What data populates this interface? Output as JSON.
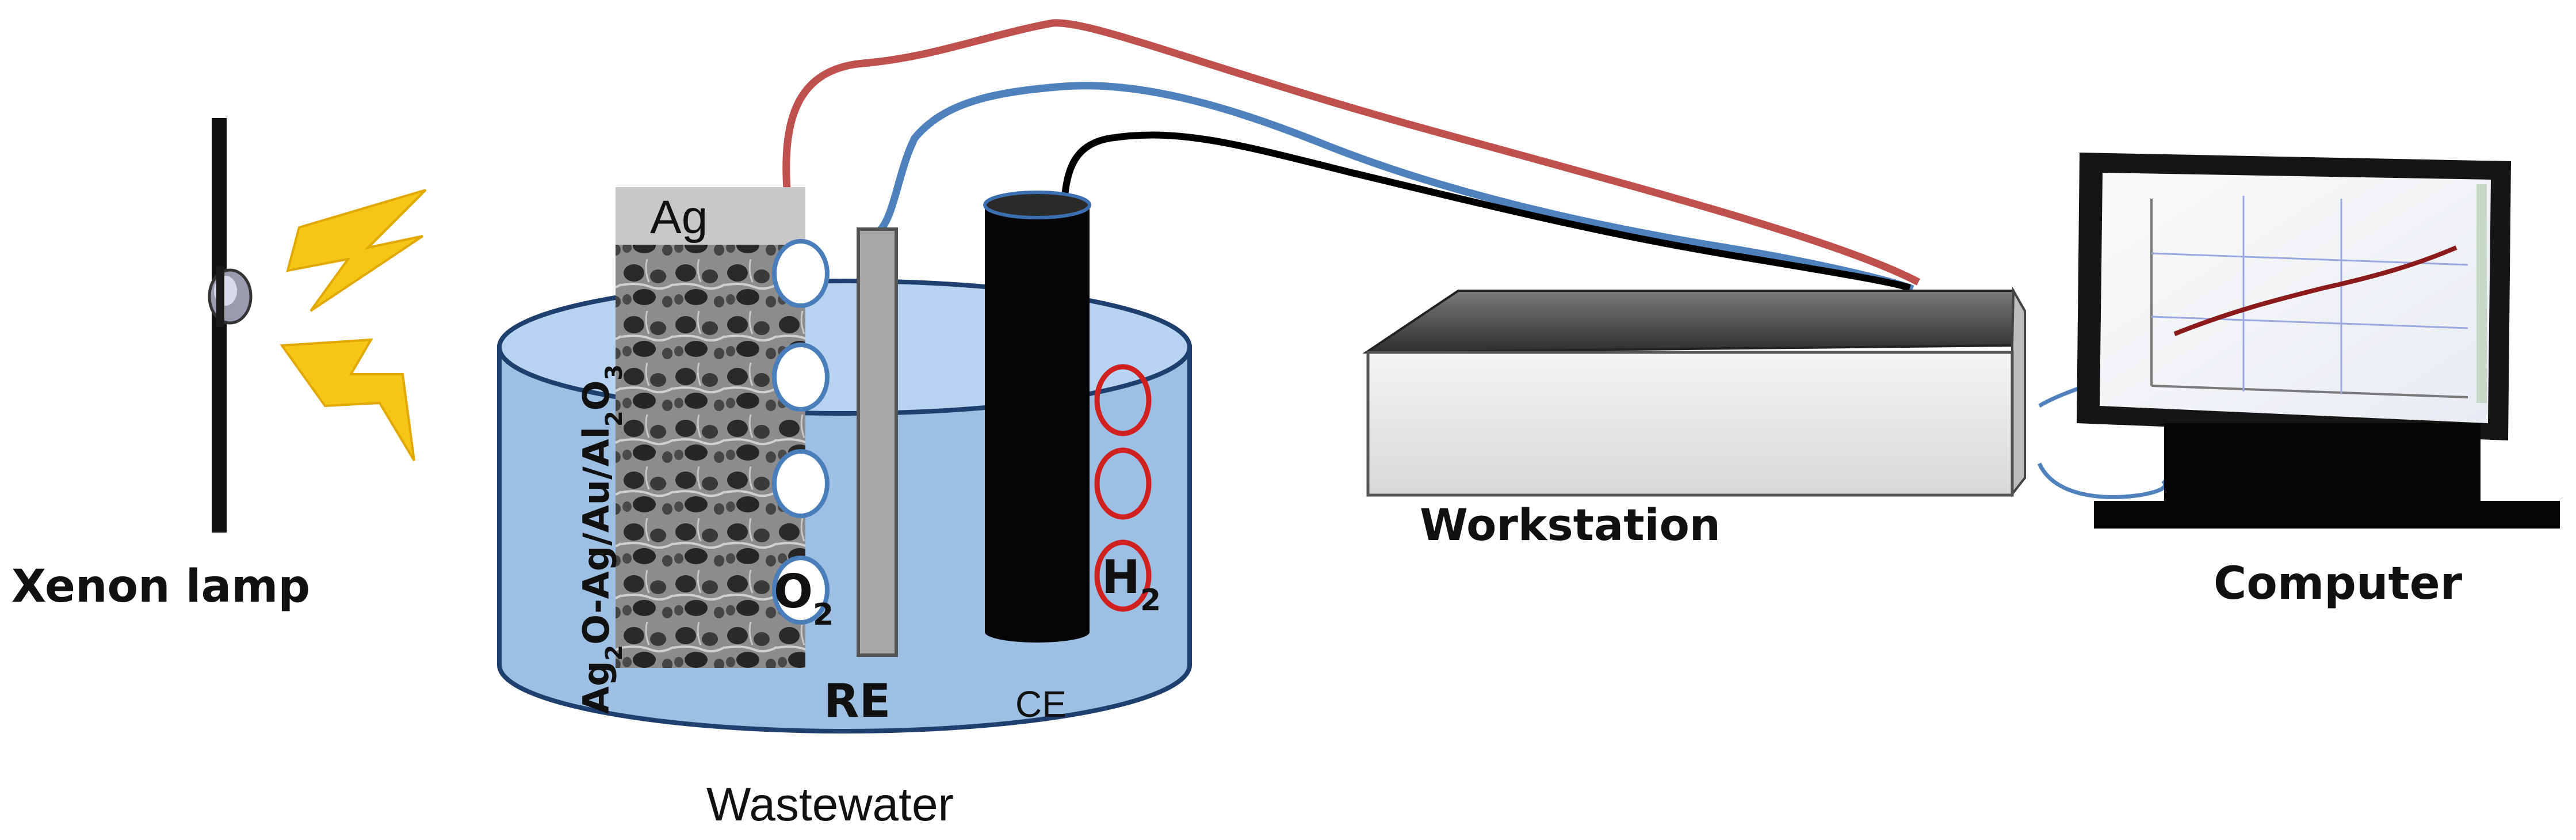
{
  "labels": {
    "lamp": "Xenon lamp",
    "electrode_top": "Ag",
    "electrode_vertical_parts": [
      "Ag",
      "2",
      "O-Ag/Au/Al",
      "2",
      "O",
      "3"
    ],
    "oxygen_main": "O",
    "oxygen_sub": "2",
    "hydrogen_main": "H",
    "hydrogen_sub": "2",
    "reference_electrode": "RE",
    "counter_electrode": "CE",
    "container": "Wastewater",
    "workstation": "Workstation",
    "computer": "Computer"
  },
  "colors": {
    "red_wire": "#c0504d",
    "blue_wire": "#4f81bd",
    "black_wire": "#000000",
    "water": "#9dbfe3",
    "lightning": "#f5c518",
    "o2_bubble_border": "#4a7ebb",
    "h2_bubble_border": "#d02020"
  },
  "icons": [
    "lightning-bolt-icon",
    "lamp-bulb-icon"
  ]
}
